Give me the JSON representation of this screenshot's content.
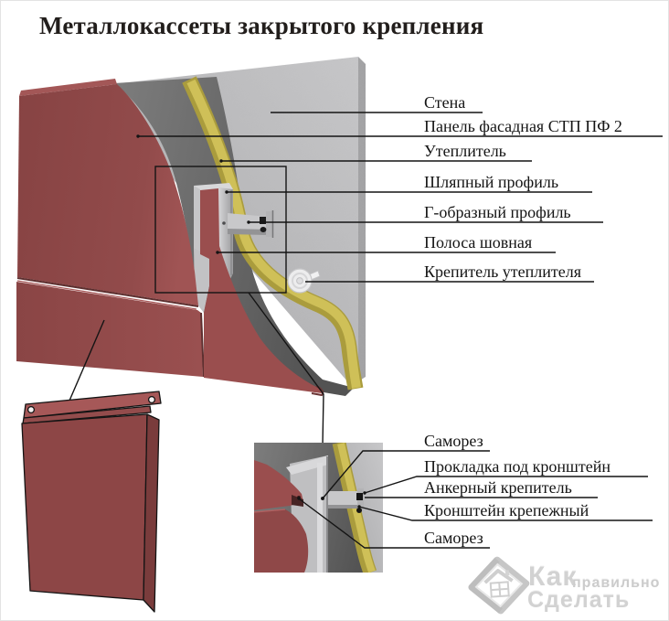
{
  "title": "Металлокассеты закрытого крепления",
  "main_labels": [
    "Стена",
    "Панель фасадная СТП ПФ 2",
    "Утеплитель",
    "Шляпный профиль",
    "Г-образный профиль",
    "Полоса шовная",
    "Крепитель утеплителя"
  ],
  "detail_labels": [
    "Саморез",
    "Прокладка под кронштейн",
    "Анкерный крепитель",
    "Кронштейн крепежный",
    "Саморез"
  ],
  "watermark": {
    "kak": "Как",
    "pravilno": "правильно",
    "sdelat": "Сделать"
  },
  "colors": {
    "panel_red": "#8f4848",
    "insulation_yellow": "#c9ba4f",
    "wall_gray": "#b7b7b9",
    "underlay_gray": "#696969",
    "line_black": "#141414",
    "watermark_gray": "#d2d2d2"
  }
}
